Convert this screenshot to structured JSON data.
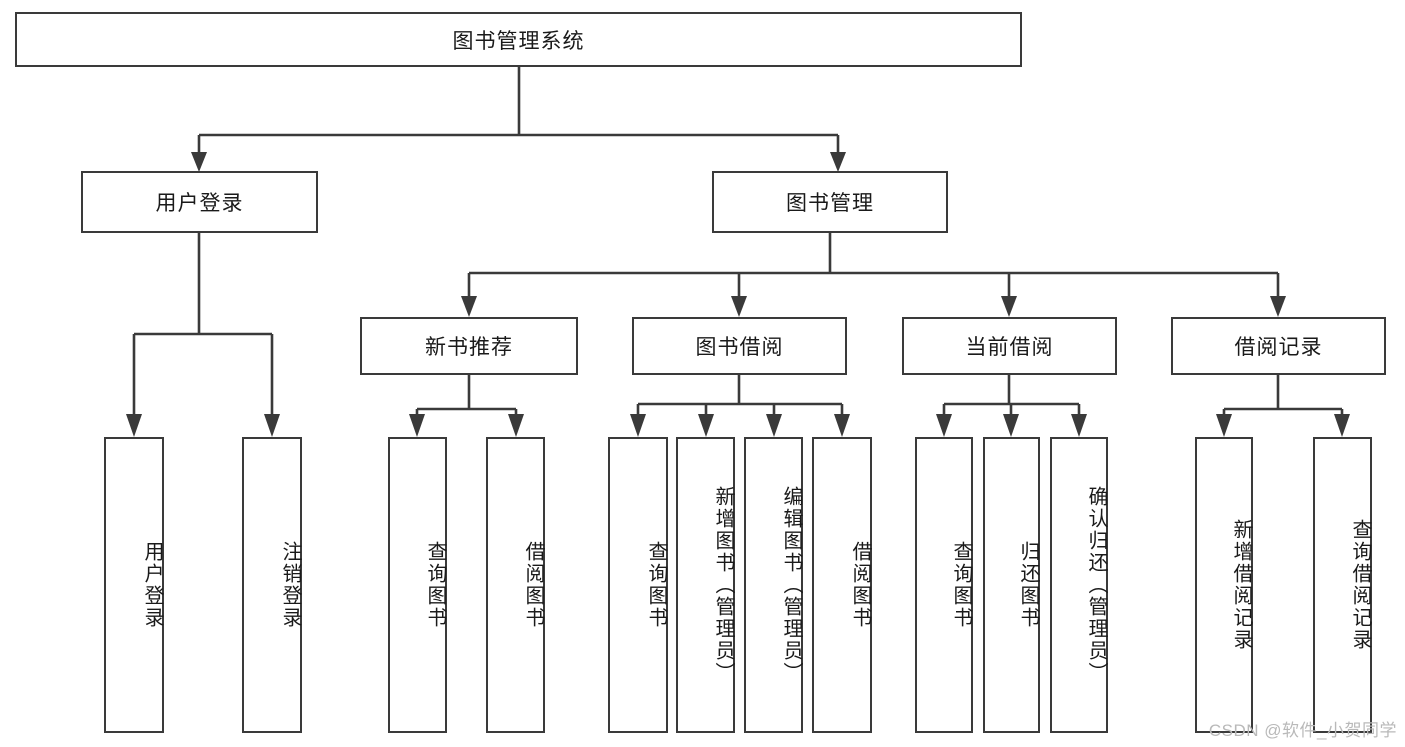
{
  "diagram": {
    "title": "图书管理系统",
    "type": "hierarchy-tree",
    "root": {
      "label": "图书管理系统"
    },
    "level2": [
      {
        "label": "用户登录"
      },
      {
        "label": "图书管理"
      }
    ],
    "level3": [
      {
        "label": "新书推荐"
      },
      {
        "label": "图书借阅"
      },
      {
        "label": "当前借阅"
      },
      {
        "label": "借阅记录"
      }
    ],
    "leaves": {
      "user_login": [
        {
          "label": "用户登录"
        },
        {
          "label": "注销登录"
        }
      ],
      "new_book_recommend": [
        {
          "label": "查询图书"
        },
        {
          "label": "借阅图书"
        }
      ],
      "book_borrow": [
        {
          "label": "查询图书"
        },
        {
          "label": "新增图书（管理员）"
        },
        {
          "label": "编辑图书（管理员）"
        },
        {
          "label": "借阅图书"
        }
      ],
      "current_borrow": [
        {
          "label": "查询图书"
        },
        {
          "label": "归还图书"
        },
        {
          "label": "确认归还（管理员）"
        }
      ],
      "borrow_record": [
        {
          "label": "新增借阅记录"
        },
        {
          "label": "查询借阅记录"
        }
      ]
    }
  },
  "watermark": {
    "text": "CSDN @软件_小贺同学"
  },
  "colors": {
    "box_border": "#3a3a3a",
    "box_fill": "#ffffff",
    "text": "#1a1a1a",
    "watermark": "#b9b9b9"
  }
}
